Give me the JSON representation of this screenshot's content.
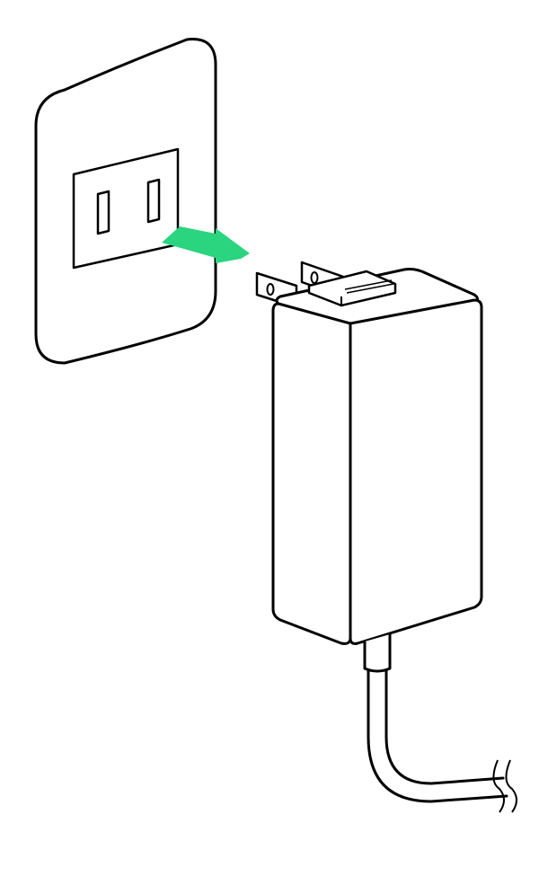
{
  "illustration": {
    "subject": "ac-adapter-plug-into-wall-outlet",
    "colors": {
      "outline": "#000000",
      "fill": "#ffffff",
      "arrow": "#2bd47e"
    },
    "elements": [
      "wall-plate",
      "outlet-socket",
      "insert-arrow",
      "plug-prongs",
      "adapter-body",
      "adapter-cable",
      "cable-break-mark"
    ]
  }
}
